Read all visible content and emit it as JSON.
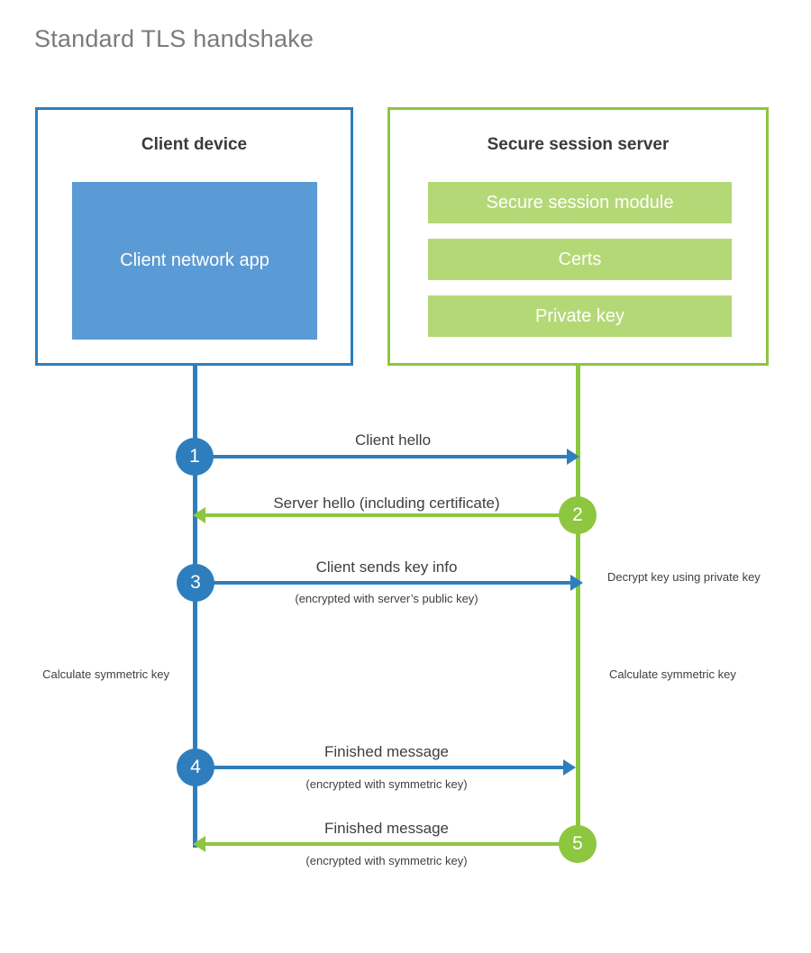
{
  "title": "Standard TLS handshake",
  "colors": {
    "blue_border": "#2e7ebd",
    "blue_fill": "#5b9bd5",
    "green_border": "#8dc63f",
    "green_fill": "#b5d877",
    "title_text": "#7b7b7b",
    "body_text": "#3f3f3f",
    "heading_text": "#3a3a3a",
    "background": "#ffffff"
  },
  "client": {
    "title": "Client device",
    "app_label": "Client network app"
  },
  "server": {
    "title": "Secure session server",
    "bars": [
      {
        "label": "Secure session module"
      },
      {
        "label": "Certs"
      },
      {
        "label": "Private key"
      }
    ]
  },
  "steps": [
    {
      "number": "1",
      "label": "Client hello",
      "sublabel": "",
      "direction": "client-to-server",
      "color": "blue"
    },
    {
      "number": "2",
      "label": "Server hello (including certificate)",
      "sublabel": "",
      "direction": "server-to-client",
      "color": "green"
    },
    {
      "number": "3",
      "label": "Client sends key info",
      "sublabel": "(encrypted with server’s public key)",
      "direction": "client-to-server",
      "color": "blue"
    },
    {
      "number": "4",
      "label": "Finished message",
      "sublabel": "(encrypted with symmetric key)",
      "direction": "client-to-server",
      "color": "blue"
    },
    {
      "number": "5",
      "label": "Finished message",
      "sublabel": "(encrypted with symmetric key)",
      "direction": "server-to-client",
      "color": "green"
    }
  ],
  "annotations": {
    "server_decrypt": "Decrypt key using private key",
    "client_calculate": "Calculate symmetric key",
    "server_calculate": "Calculate symmetric key"
  }
}
